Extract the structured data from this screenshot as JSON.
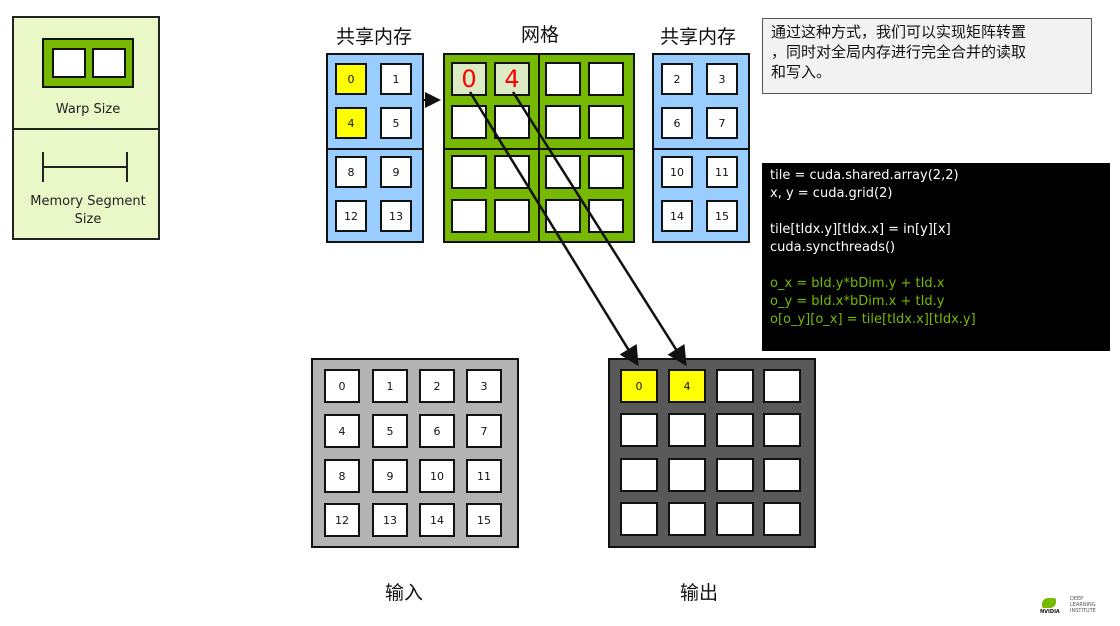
{
  "legend": {
    "warp_label": "Warp Size",
    "segment_label_1": "Memory Segment",
    "segment_label_2": "Size"
  },
  "titles": {
    "shared_left": "共享内存",
    "grid": "网格",
    "shared_right": "共享内存",
    "input": "输入",
    "output": "输出"
  },
  "note": {
    "line1": "通过这种方式，我们可以实现矩阵转置",
    "line2": "，同时对全局内存进行完全合并的读取",
    "line3": "和写入。"
  },
  "code": {
    "l1": "tile = cuda.shared.array(2,2)",
    "l2": "x, y = cuda.grid(2)",
    "l3": "tile[tIdx.y][tIdx.x] = in[y][x]",
    "l4": "cuda.syncthreads()",
    "l5": "o_x = bId.y*bDim.y + tId.x",
    "l6": "o_y = bId.x*bDim.x + tId.y",
    "l7": "o[o_y][o_x] = tile[tIdx.x][tIdx.y]"
  },
  "shared_left_cells": [
    "0",
    "1",
    "4",
    "5",
    "8",
    "9",
    "12",
    "13"
  ],
  "shared_right_cells": [
    "2",
    "3",
    "6",
    "7",
    "10",
    "11",
    "14",
    "15"
  ],
  "grid_cells": {
    "c0": "0",
    "c1": "4"
  },
  "input_cells": [
    "0",
    "1",
    "2",
    "3",
    "4",
    "5",
    "6",
    "7",
    "8",
    "9",
    "10",
    "11",
    "12",
    "13",
    "14",
    "15"
  ],
  "output_cells": {
    "c0": "0",
    "c1": "4"
  },
  "logo": {
    "brand": "NVIDIA",
    "institute_1": "DEEP",
    "institute_2": "LEARNING",
    "institute_3": "INSTITUTE"
  },
  "colors": {
    "nvidia_green": "#76b900",
    "shared_blue": "#99ccff",
    "highlight_yellow": "#ffff00",
    "input_gray": "#b3b3b3",
    "output_dark": "#595959",
    "grid_red_text": "#ff0000"
  }
}
